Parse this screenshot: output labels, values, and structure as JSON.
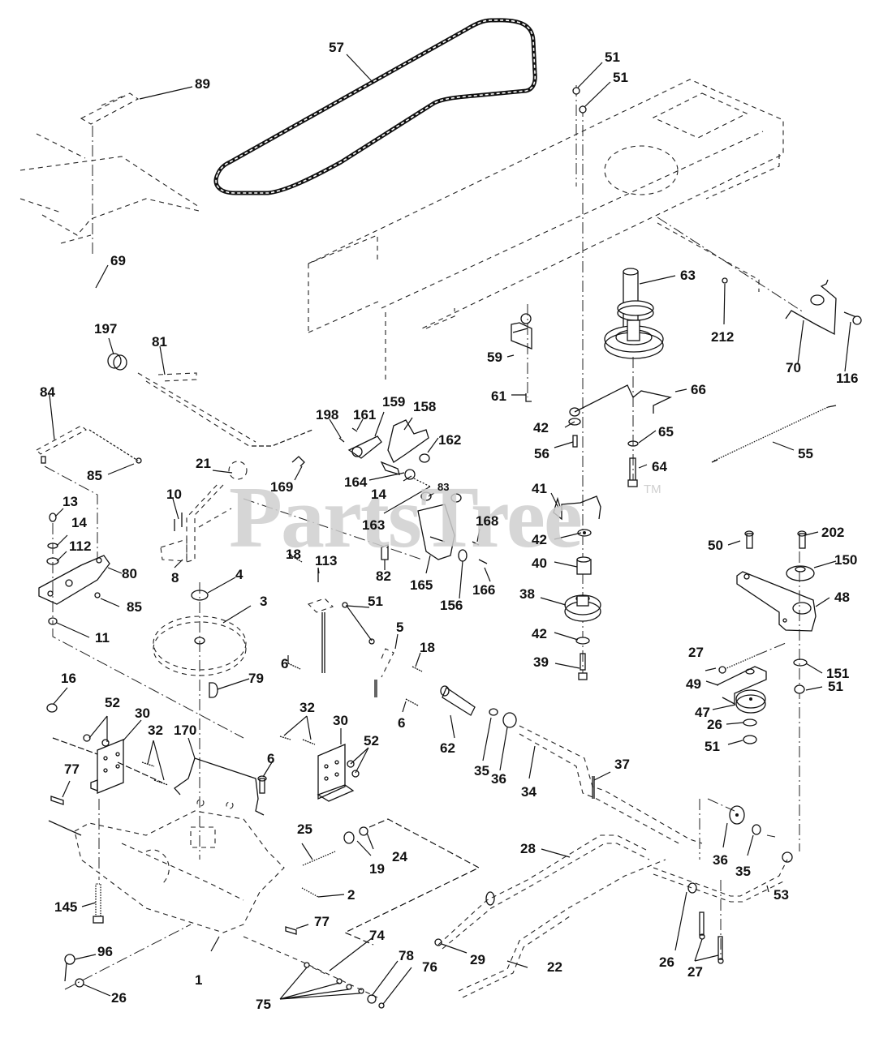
{
  "diagram": {
    "type": "exploded parts diagram",
    "subject": "Riding mower drive / transaxle assembly",
    "watermark": "PartsTree",
    "trademark": "TM"
  },
  "callouts": [
    {
      "id": "c57",
      "label": "57",
      "part": "drive belt"
    },
    {
      "id": "c89",
      "label": "89",
      "part": "decal / plate"
    },
    {
      "id": "c69",
      "label": "69",
      "part": "bolt"
    },
    {
      "id": "c51a",
      "label": "51",
      "part": "nut"
    },
    {
      "id": "c51b",
      "label": "51",
      "part": "nut"
    },
    {
      "id": "c63",
      "label": "63",
      "part": "double pulley"
    },
    {
      "id": "c212",
      "label": "212",
      "part": "fastener"
    },
    {
      "id": "c70",
      "label": "70",
      "part": "belt guide wire"
    },
    {
      "id": "c116",
      "label": "116",
      "part": "bolt"
    },
    {
      "id": "c197",
      "label": "197",
      "part": "bushing"
    },
    {
      "id": "c81",
      "label": "81",
      "part": "shaft"
    },
    {
      "id": "c59",
      "label": "59",
      "part": "belt guide"
    },
    {
      "id": "c61",
      "label": "61",
      "part": "clip"
    },
    {
      "id": "c66",
      "label": "66",
      "part": "belt keeper rod"
    },
    {
      "id": "c84",
      "label": "84",
      "part": "link"
    },
    {
      "id": "c85a",
      "label": "85",
      "part": "clip"
    },
    {
      "id": "c198",
      "label": "198",
      "part": "pin"
    },
    {
      "id": "c161",
      "label": "161",
      "part": "screw"
    },
    {
      "id": "c159",
      "label": "159",
      "part": "bracket"
    },
    {
      "id": "c158",
      "label": "158",
      "part": "plate"
    },
    {
      "id": "c162",
      "label": "162",
      "part": "nut"
    },
    {
      "id": "c42a",
      "label": "42",
      "part": "washer"
    },
    {
      "id": "c56",
      "label": "56",
      "part": "bolt"
    },
    {
      "id": "c65",
      "label": "65",
      "part": "washer"
    },
    {
      "id": "c64",
      "label": "64",
      "part": "bolt"
    },
    {
      "id": "c55",
      "label": "55",
      "part": "spring"
    },
    {
      "id": "c21",
      "label": "21",
      "part": "knob"
    },
    {
      "id": "c169",
      "label": "169",
      "part": "clip"
    },
    {
      "id": "c164",
      "label": "164",
      "part": "plate"
    },
    {
      "id": "c14a",
      "label": "14",
      "part": "washer"
    },
    {
      "id": "c83",
      "label": "83",
      "part": "washer"
    },
    {
      "id": "c163",
      "label": "163",
      "part": "rod"
    },
    {
      "id": "c41",
      "label": "41",
      "part": "belt keeper"
    },
    {
      "id": "c10",
      "label": "10",
      "part": "pin"
    },
    {
      "id": "c13",
      "label": "13",
      "part": "bolt"
    },
    {
      "id": "c14b",
      "label": "14",
      "part": "washer"
    },
    {
      "id": "c112",
      "label": "112",
      "part": "washer"
    },
    {
      "id": "c80",
      "label": "80",
      "part": "link bracket"
    },
    {
      "id": "c85b",
      "label": "85",
      "part": "clip"
    },
    {
      "id": "c11",
      "label": "11",
      "part": "nut"
    },
    {
      "id": "c8",
      "label": "8",
      "part": "shift lever"
    },
    {
      "id": "c168",
      "label": "168",
      "part": "screw"
    },
    {
      "id": "c42b",
      "label": "42",
      "part": "washer"
    },
    {
      "id": "c50",
      "label": "50",
      "part": "bolt"
    },
    {
      "id": "c202",
      "label": "202",
      "part": "bolt"
    },
    {
      "id": "c150",
      "label": "150",
      "part": "spacer"
    },
    {
      "id": "c18a",
      "label": "18",
      "part": "bolt"
    },
    {
      "id": "c113",
      "label": "113",
      "part": "rod"
    },
    {
      "id": "c82",
      "label": "82",
      "part": "clip"
    },
    {
      "id": "c165",
      "label": "165",
      "part": "bracket"
    },
    {
      "id": "c156",
      "label": "156",
      "part": "bushing"
    },
    {
      "id": "c166",
      "label": "166",
      "part": "pin"
    },
    {
      "id": "c40",
      "label": "40",
      "part": "spacer"
    },
    {
      "id": "c48",
      "label": "48",
      "part": "idler arm"
    },
    {
      "id": "c4",
      "label": "4",
      "part": "fan"
    },
    {
      "id": "c3",
      "label": "3",
      "part": "transaxle pulley"
    },
    {
      "id": "c51c",
      "label": "51",
      "part": "nut"
    },
    {
      "id": "c5",
      "label": "5",
      "part": "bracket"
    },
    {
      "id": "c38",
      "label": "38",
      "part": "idler pulley"
    },
    {
      "id": "c42c",
      "label": "42",
      "part": "washer"
    },
    {
      "id": "c27a",
      "label": "27",
      "part": "bolt"
    },
    {
      "id": "c151",
      "label": "151",
      "part": "washer"
    },
    {
      "id": "c51d",
      "label": "51",
      "part": "nut"
    },
    {
      "id": "c6a",
      "label": "6",
      "part": "bolt"
    },
    {
      "id": "c18b",
      "label": "18",
      "part": "bolt"
    },
    {
      "id": "c39",
      "label": "39",
      "part": "bolt"
    },
    {
      "id": "c49",
      "label": "49",
      "part": "belt guide"
    },
    {
      "id": "c79",
      "label": "79",
      "part": "key"
    },
    {
      "id": "c16",
      "label": "16",
      "part": "nut"
    },
    {
      "id": "c47",
      "label": "47",
      "part": "idler pulley"
    },
    {
      "id": "c6b",
      "label": "6",
      "part": "bolt"
    },
    {
      "id": "c52a",
      "label": "52",
      "part": "nut"
    },
    {
      "id": "c30a",
      "label": "30",
      "part": "mounting bracket"
    },
    {
      "id": "c32a",
      "label": "32",
      "part": "bolt"
    },
    {
      "id": "c32b",
      "label": "32",
      "part": "bolt"
    },
    {
      "id": "c30b",
      "label": "30",
      "part": "mounting bracket"
    },
    {
      "id": "c62",
      "label": "62",
      "part": "pedal pad"
    },
    {
      "id": "c26a",
      "label": "26",
      "part": "washer"
    },
    {
      "id": "c52b",
      "label": "52",
      "part": "nut"
    },
    {
      "id": "c170",
      "label": "170",
      "part": "shift rod"
    },
    {
      "id": "c35a",
      "label": "35",
      "part": "bolt"
    },
    {
      "id": "c36a",
      "label": "36",
      "part": "washer"
    },
    {
      "id": "c51e",
      "label": "51",
      "part": "nut"
    },
    {
      "id": "c77a",
      "label": "77",
      "part": "key"
    },
    {
      "id": "c6c",
      "label": "6",
      "part": "bolt"
    },
    {
      "id": "c34",
      "label": "34",
      "part": "brake pedal"
    },
    {
      "id": "c37",
      "label": "37",
      "part": "clutch/brake shaft"
    },
    {
      "id": "c25",
      "label": "25",
      "part": "spring"
    },
    {
      "id": "c28",
      "label": "28",
      "part": "brake rod"
    },
    {
      "id": "c24",
      "label": "24",
      "part": "washer"
    },
    {
      "id": "c19",
      "label": "19",
      "part": "nut"
    },
    {
      "id": "c36b",
      "label": "36",
      "part": "washer"
    },
    {
      "id": "c35b",
      "label": "35",
      "part": "bolt"
    },
    {
      "id": "c145",
      "label": "145",
      "part": "bolt"
    },
    {
      "id": "c2",
      "label": "2",
      "part": "spring"
    },
    {
      "id": "c53",
      "label": "53",
      "part": "rod"
    },
    {
      "id": "c77b",
      "label": "77",
      "part": "key"
    },
    {
      "id": "c96",
      "label": "96",
      "part": "hairpin clip"
    },
    {
      "id": "c74",
      "label": "74",
      "part": "spacer"
    },
    {
      "id": "c29",
      "label": "29",
      "part": "bushing"
    },
    {
      "id": "c22",
      "label": "22",
      "part": "shift rod"
    },
    {
      "id": "c1",
      "label": "1",
      "part": "transaxle"
    },
    {
      "id": "c78",
      "label": "78",
      "part": "washer"
    },
    {
      "id": "c76",
      "label": "76",
      "part": "clip"
    },
    {
      "id": "c26b",
      "label": "26",
      "part": "washer"
    },
    {
      "id": "c26c",
      "label": "26",
      "part": "washer"
    },
    {
      "id": "c27b",
      "label": "27",
      "part": "bolt"
    },
    {
      "id": "c75",
      "label": "75",
      "part": "washers"
    }
  ]
}
